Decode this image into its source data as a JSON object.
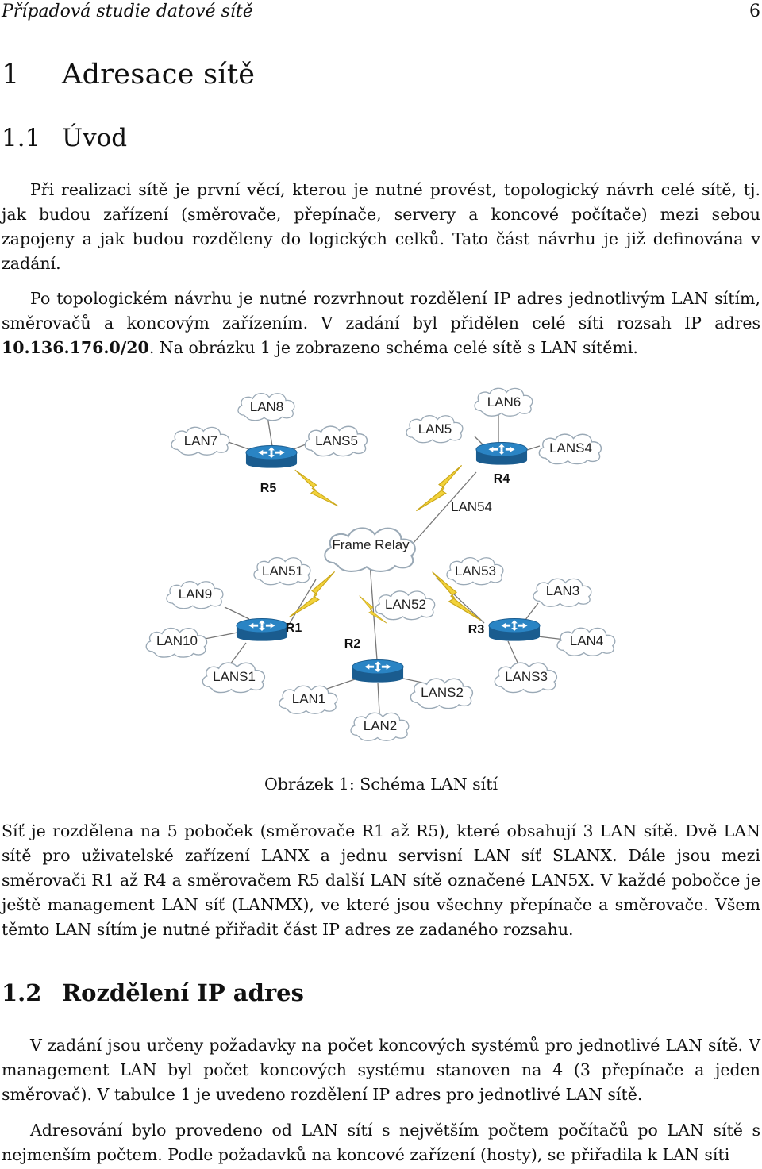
{
  "header": {
    "title": "Případová studie datové sítě",
    "page_number": "6"
  },
  "section1": {
    "number": "1",
    "title": "Adresace sítě"
  },
  "sub11": {
    "number": "1.1",
    "title": "Úvod"
  },
  "p1": "Při realizaci sítě je první věcí, kterou je nutné provést, topologický návrh celé sítě, tj. jak budou zařízení (směrovače, přepínače, servery a koncové počítače) mezi sebou zapojeny a jak budou rozděleny do logických celků. Tato část návrhu je již definována v zadání.",
  "p2": {
    "part1": "Po topologickém návrhu je nutné rozvrhnout rozdělení IP adres jednotlivým LAN sítím, směrovačů a koncovým zařízením. V zadání byl přidělen celé síti rozsah IP adres ",
    "address": "10.136.176.0/20",
    "part2": ". Na obrázku 1 je zobrazeno schéma celé sítě s LAN sítěmi."
  },
  "figure": {
    "caption": "Obrázek 1: Schéma LAN sítí",
    "frame_relay": "Frame Relay",
    "routers": {
      "r1": "R1",
      "r2": "R2",
      "r3": "R3",
      "r4": "R4",
      "r5": "R5"
    },
    "clouds": {
      "lan8": "LAN8",
      "lan7": "LAN7",
      "lans5": "LANS5",
      "lan5": "LAN5",
      "lan6": "LAN6",
      "lans4": "LANS4",
      "lan54": "LAN54",
      "lan51": "LAN51",
      "lan53": "LAN53",
      "lan52": "LAN52",
      "lan9": "LAN9",
      "lan10": "LAN10",
      "lans1": "LANS1",
      "lan1": "LAN1",
      "lan2": "LAN2",
      "lans2": "LANS2",
      "lans3": "LANS3",
      "lan3": "LAN3",
      "lan4": "LAN4"
    },
    "colors": {
      "router_blue": "#1f6fa8",
      "bolt_yellow": "#f2d23a",
      "cloud_stroke": "#9aa9b6"
    }
  },
  "p3": "Síť je rozdělena na 5 poboček (směrovače R1 až R5), které obsahují 3 LAN sítě. Dvě LAN sítě pro uživatelské zařízení LANX a jednu servisní LAN síť SLANX. Dále jsou mezi směrovači R1 až R4 a směrovačem R5 další LAN sítě označené LAN5X. V každé pobočce je ještě management LAN síť (LANMX), ve které jsou všechny přepínače a směrovače. Všem těmto LAN sítím je nutné přiřadit část IP adres ze zadaného rozsahu.",
  "sub12": {
    "number": "1.2",
    "title": "Rozdělení IP adres"
  },
  "p4": "V zadání jsou určeny požadavky na počet koncových systémů pro jednotlivé LAN sítě. V management LAN byl počet koncových systému stanoven na 4 (3 přepínače a jeden směrovač). V tabulce 1 je uvedeno rozdělení IP adres pro jednotlivé LAN sítě.",
  "p5": "Adresování bylo provedeno od LAN sítí s největším počtem počítačů po LAN sítě s nejmenším počtem. Podle požadavků na koncové zařízení (hosty), se přiřadila k LAN síti"
}
